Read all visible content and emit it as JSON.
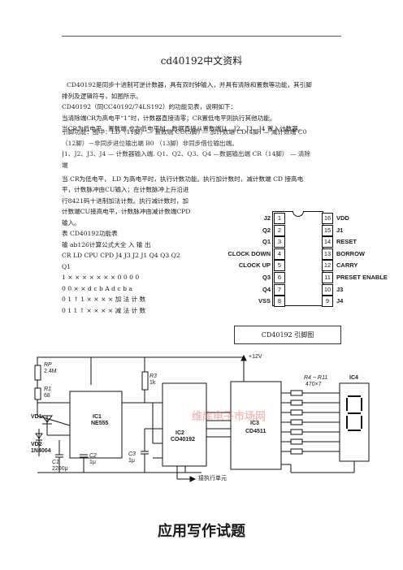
{
  "document": {
    "title": "cd40192中文资料",
    "intro_lines": [
      "CD40192是同步十进制可逆计数器，具有双时钟输入，并具有清除和置数等功能，其引脚",
      "排列及逻辑符号，如图所示。",
      "CD40192（同CC40192/74LS192）的功能见表，说明如下：",
      "当清除端CR为高电平“1”时，计数器直接清零；CR置低电平则执行其他功能。",
      "当CR为低电平，置数端  也为低电平时，数据直接从置数端J1、J2、J3、J4 置入计数器。"
    ],
    "pin_lines": [
      "引脚功能：图中：LD（11脚）— 置数端  CU(5脚) — 加计数端  CD(4脚) — 减计数端    C0",
      "（12脚）－非同步进位输出端  B0 （13脚）非同步借位输出端。",
      "J1、J2、J3、J4 — 计数器输入端. Q1、Q2、Q3、Q4 —数据输出端  CR（14脚） — 清除",
      "端"
    ],
    "mode_line": "当 CR为低电平，   LD  为高电平时，执行计数功能。执行加计数时，减计数端 CD 接高电",
    "left_lines": [
      "平，计数脉冲由CU输入；在计数脉冲上升沿进",
      "行8421码十进制加法计数。执行减计数时，加",
      "计数端CU接高电平，计数脉冲由减计数端CPD",
      "输入。",
      "表  CD40192功能表",
      "输  ab126计算公式大全   入      输          出",
      "CR  LD  CPU   CPD   J4   J3   J2  J1  Q4  Q3  Q2",
      "Q1",
      "1 ×   ×   ×   ×   ×   ×   ×   0 0 0 0",
      "0 0 ×   ×   d c b A d c b a",
      "0 1   ↑    1  ×   ×   ×   ×   加 法 计   数",
      "0 1 1   ↑    ×   ×   ×   ×   减 法 计   数"
    ],
    "pinout": {
      "left_pins": [
        {
          "name": "J2",
          "num": "1"
        },
        {
          "name": "Q2",
          "num": "2"
        },
        {
          "name": "Q1",
          "num": "3"
        },
        {
          "name": "CLOCK DOWN",
          "num": "4"
        },
        {
          "name": "CLOCK UP",
          "num": "5"
        },
        {
          "name": "Q3",
          "num": "6"
        },
        {
          "name": "Q4",
          "num": "7"
        },
        {
          "name": "VSS",
          "num": "8"
        }
      ],
      "right_pins": [
        {
          "name": "VDD",
          "num": "16"
        },
        {
          "name": "J1",
          "num": "15"
        },
        {
          "name": "RESET",
          "num": "14"
        },
        {
          "name": "BORROW",
          "num": "13"
        },
        {
          "name": "CARRY",
          "num": "12"
        },
        {
          "name": "PRESET ENABLE",
          "num": "11"
        },
        {
          "name": "J3",
          "num": "10"
        },
        {
          "name": "J4",
          "num": "9"
        }
      ],
      "caption": "CD40192  引脚图"
    },
    "circuit": {
      "rp": "RP",
      "rp_val": "2.4M",
      "r1": "R1",
      "r1_val": "68",
      "r3": "R3",
      "r3_val": "1k",
      "r4": "R4 ~ R11",
      "r4_val": "470×7",
      "vd1": "VD1",
      "vd2": "VD2",
      "vd2_part": "1N4004",
      "c1": "C1",
      "c1_val": "2200μ",
      "c2": "C2",
      "c2_val": "1μ",
      "c3": "C3",
      "c3_val": "1μ",
      "ic1": "IC1",
      "ic1_part": "NE555",
      "ic2": "IC2",
      "ic2_part": "CO40192",
      "ic3": "IC3",
      "ic3_part": "CD4511",
      "ic4": "IC4",
      "supply": "+12V",
      "exec_note": "接执行单元",
      "watermark": "维库电子市场网"
    },
    "bottom_heading": "应用写作试题"
  }
}
